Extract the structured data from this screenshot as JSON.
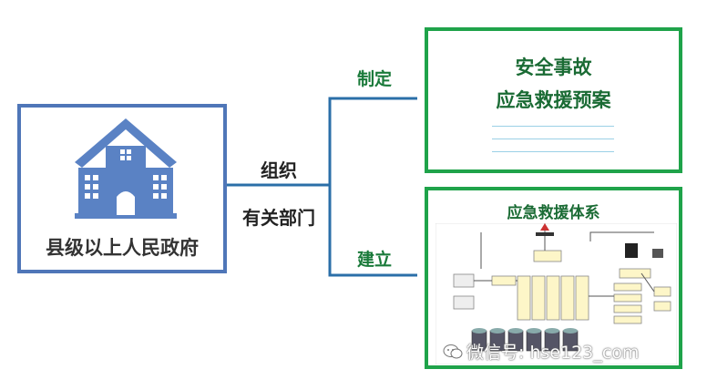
{
  "government": {
    "label": "县级以上人民政府"
  },
  "connector": {
    "line1": "组织",
    "line2": "有关部门"
  },
  "branches": {
    "top_label": "制定",
    "bottom_label": "建立"
  },
  "plan": {
    "title_line1": "安全事故",
    "title_line2": "应急救援预案"
  },
  "system": {
    "title": "应急救援体系"
  },
  "watermark": {
    "text": "微信号: hse123_com"
  },
  "colors": {
    "gov_border": "#4f76b8",
    "green_border": "#1fa34a",
    "connector_line": "#2b6fa8",
    "building": "#5a82c4"
  }
}
